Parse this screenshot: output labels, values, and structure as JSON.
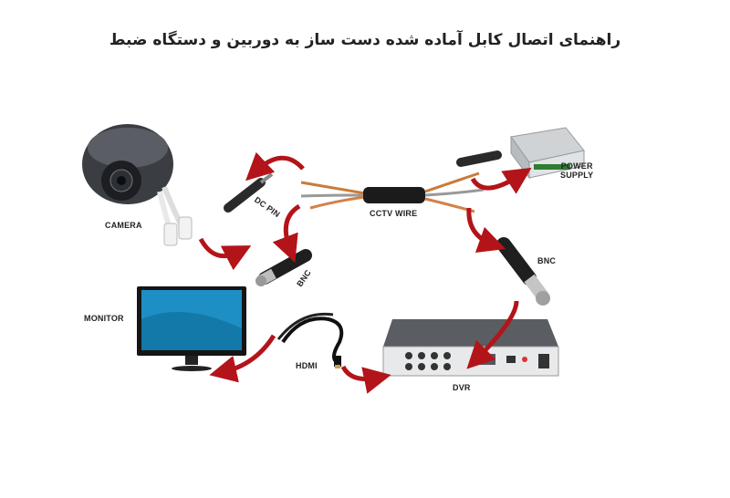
{
  "title": "راهنمای اتصال کابل آماده شده دست ساز به دوربین و دستگاه ضبط",
  "labels": {
    "camera": "CAMERA",
    "dc_pin": "DC PIN",
    "bnc_left": "BNC",
    "cctv_wire": "CCTV WIRE",
    "power_supply_line1": "POWER",
    "power_supply_line2": "SUPPLY",
    "bnc_right": "BNC",
    "monitor": "MONITOR",
    "hdmi": "HDMI",
    "dvr": "DVR"
  },
  "colors": {
    "arrow": "#b3141a",
    "text": "#222222"
  }
}
